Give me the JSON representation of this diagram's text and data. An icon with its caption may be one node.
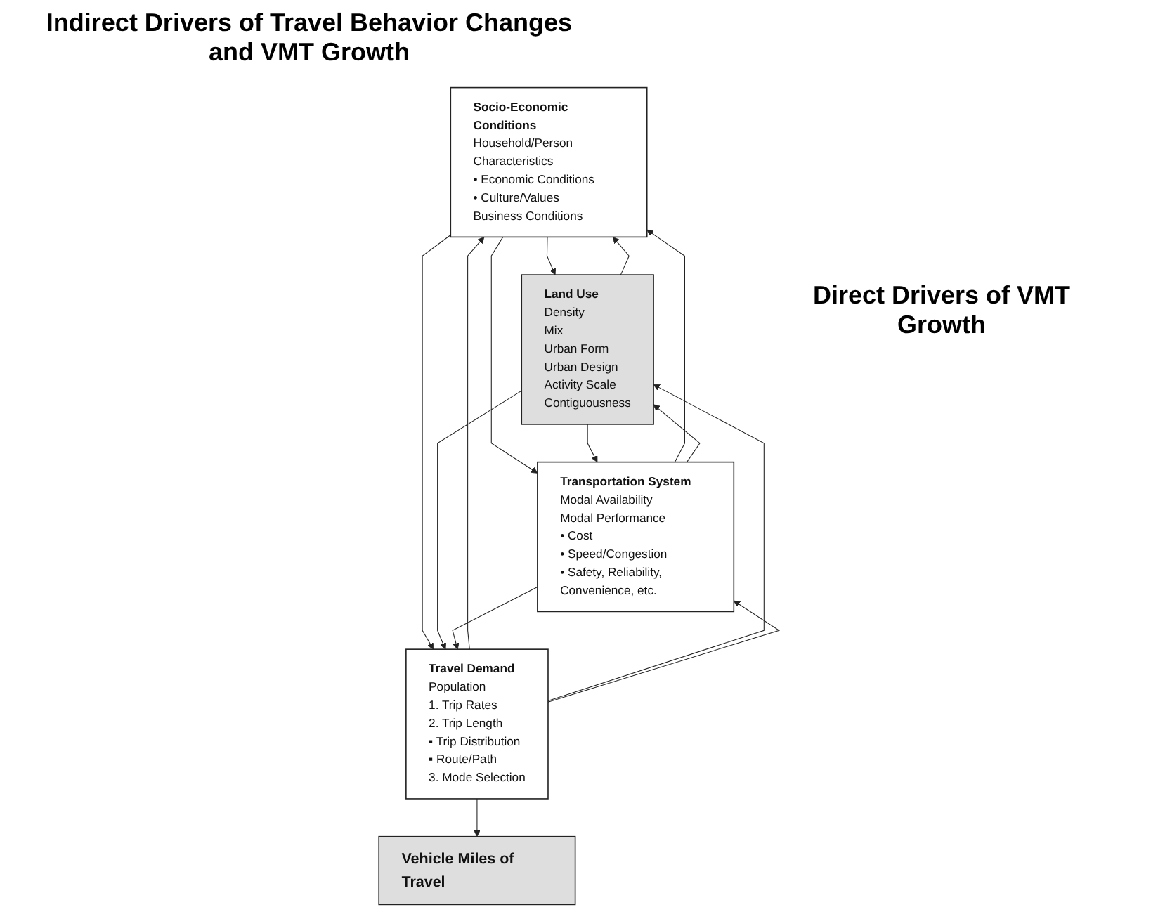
{
  "diagram": {
    "title": "Indirect Drivers of Travel Behavior Changes and VMT Growth",
    "nodes": [
      {
        "text": [
          "Socio-Economic Conditions",
          "Household/Person Characteristics",
          "• Economic Conditions",
          "• Culture/Values",
          "Business Conditions"
        ]
      },
      {
        "text": [
          "Land Use",
          "Density",
          "Mix",
          "Urban Form",
          "Urban Design",
          "Activity Scale",
          "Contiguousness"
        ]
      },
      {
        "text": [
          "Travel Demand",
          "Population",
          "1. Trip Rates",
          "2. Trip Length",
          "▪ Trip Distribution",
          "▪ Route/Path",
          "3. Mode Selection"
        ]
      },
      {
        "text": [
          "Transportation System",
          "Modal Availability",
          "Modal Performance",
          "• Cost",
          "• Speed/Congestion",
          "• Safety, Reliability, Convenience, etc."
        ]
      },
      {
        "text": [
          "Vehicle Miles of Travel"
        ]
      }
    ],
    "edges": [
      {
        "from": 0,
        "to": 1,
        "arrow": "to"
      },
      {
        "from": 1,
        "to": 0,
        "arrow": "to"
      },
      {
        "from": 0,
        "to": 3,
        "arrow": "to"
      },
      {
        "from": 3,
        "to": 0,
        "arrow": "to"
      },
      {
        "from": 1,
        "to": 3,
        "arrow": "to"
      },
      {
        "from": 3,
        "to": 1,
        "arrow": "to"
      },
      {
        "from": 2,
        "to": 0,
        "arrow": "to"
      },
      {
        "from": 0,
        "to": 2,
        "arrow": "to"
      },
      {
        "from": 2,
        "to": 1,
        "arrow": "to"
      },
      {
        "from": 1,
        "to": 2,
        "arrow": "to"
      },
      {
        "from": 3,
        "to": 2,
        "arrow": "to"
      },
      {
        "from": 2,
        "to": 3,
        "arrow": "to"
      },
      {
        "from": 2,
        "to": 4,
        "arrow": "to"
      }
    ],
    "labels": [
      "Direct Drivers of VMT Growth"
    ]
  }
}
